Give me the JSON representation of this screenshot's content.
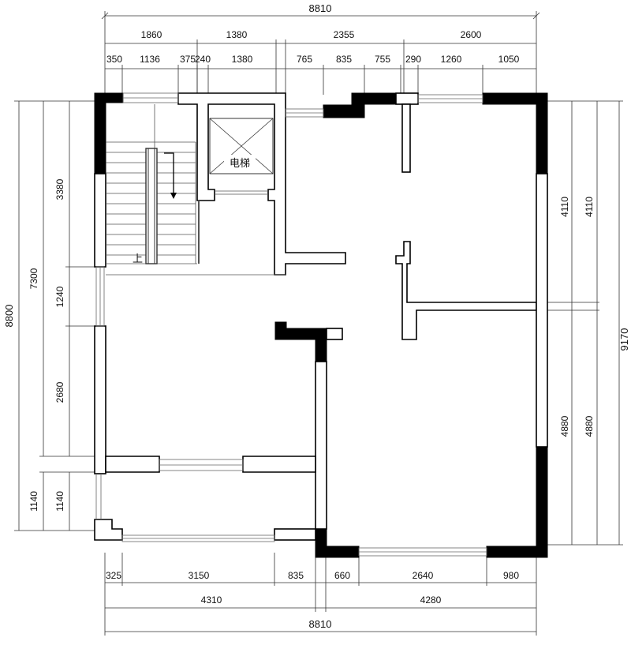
{
  "plan": {
    "labels": {
      "elevator": "电梯",
      "stair_up": "上"
    },
    "top_dims": {
      "overall": "8810",
      "row2": [
        "1860",
        "1380",
        "2355",
        "2600"
      ],
      "row3": [
        "350",
        "1136",
        "375",
        "240",
        "1380",
        "765",
        "835",
        "755",
        "290",
        "1260",
        "1050"
      ]
    },
    "bottom_dims": {
      "row1": [
        "325",
        "3150",
        "835",
        "660",
        "2640",
        "980"
      ],
      "row2": [
        "4310",
        "4280"
      ],
      "overall": "8810"
    },
    "left_dims": {
      "overall": "8800",
      "mid": "7300",
      "inner": [
        "3380",
        "1240",
        "2680"
      ],
      "bottom_a": "1140",
      "bottom_b": "1140"
    },
    "right_dims": {
      "inner": [
        "4110",
        "4880"
      ],
      "inner2": [
        "4110",
        "4880"
      ],
      "overall": "9170"
    }
  }
}
